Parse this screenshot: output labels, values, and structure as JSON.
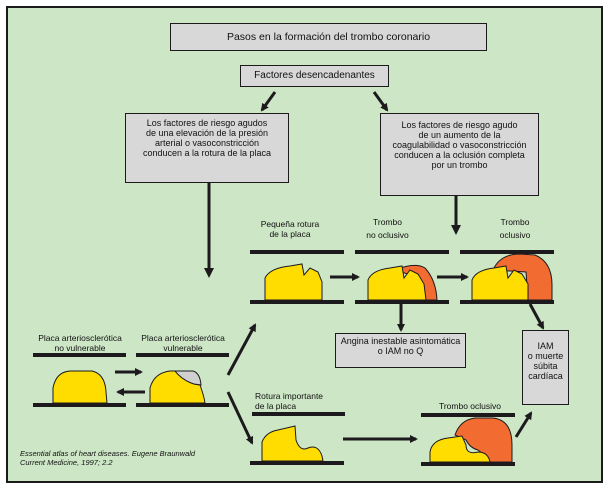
{
  "diagram": {
    "title": "Pasos en la formación del trombo coronario",
    "trigger": "Factores desencadenantes",
    "left_cause": "Los factores de riesgo agudos de una elevación de la presión arterial o vasoconstricción conducen a la rotura de la placa",
    "left_cause_lines": [
      "Los factores de riesgo agudos",
      "de una elevación de la presión",
      "arterial o vasoconstricción",
      "conducen a la rotura de la placa"
    ],
    "right_cause_lines": [
      "Los factores de riesgo agudo",
      "de un aumento de la",
      "coagulabilidad o vasoconstricción",
      "conducen a la oclusión completa",
      "por un trombo"
    ],
    "stages": {
      "non_vulnerable": [
        "Placa arteriosclerótica",
        "no vulnerable"
      ],
      "vulnerable": [
        "Placa arteriosclerótica",
        "vulnerable"
      ],
      "small_rupture": [
        "Pequeña rotura",
        "de la placa"
      ],
      "non_occlusive": [
        "Trombo",
        "no oclusivo"
      ],
      "occlusive_top": [
        "Trombo",
        "oclusivo"
      ],
      "major_rupture": [
        "Rotura importante",
        "de la placa"
      ],
      "occlusive_bottom": "Trombo oclusivo"
    },
    "outcomes": {
      "angina": [
        "Angina inestable asintomática",
        "o IAM no Q"
      ],
      "iam": [
        "IAM",
        "o muerte",
        "súbita",
        "cardíaca"
      ]
    },
    "citation": [
      "Essential atlas of heart diseases. Eugene Braunwald",
      "Current Medicine, 1997; 2.2"
    ]
  },
  "colors": {
    "background": "#cde6c6",
    "box": "#d8d8d8",
    "plaque": "#ffdd00",
    "thrombus": "#f26b30",
    "lipid_core": "#d0d0d0",
    "line": "#1d1a1e"
  }
}
